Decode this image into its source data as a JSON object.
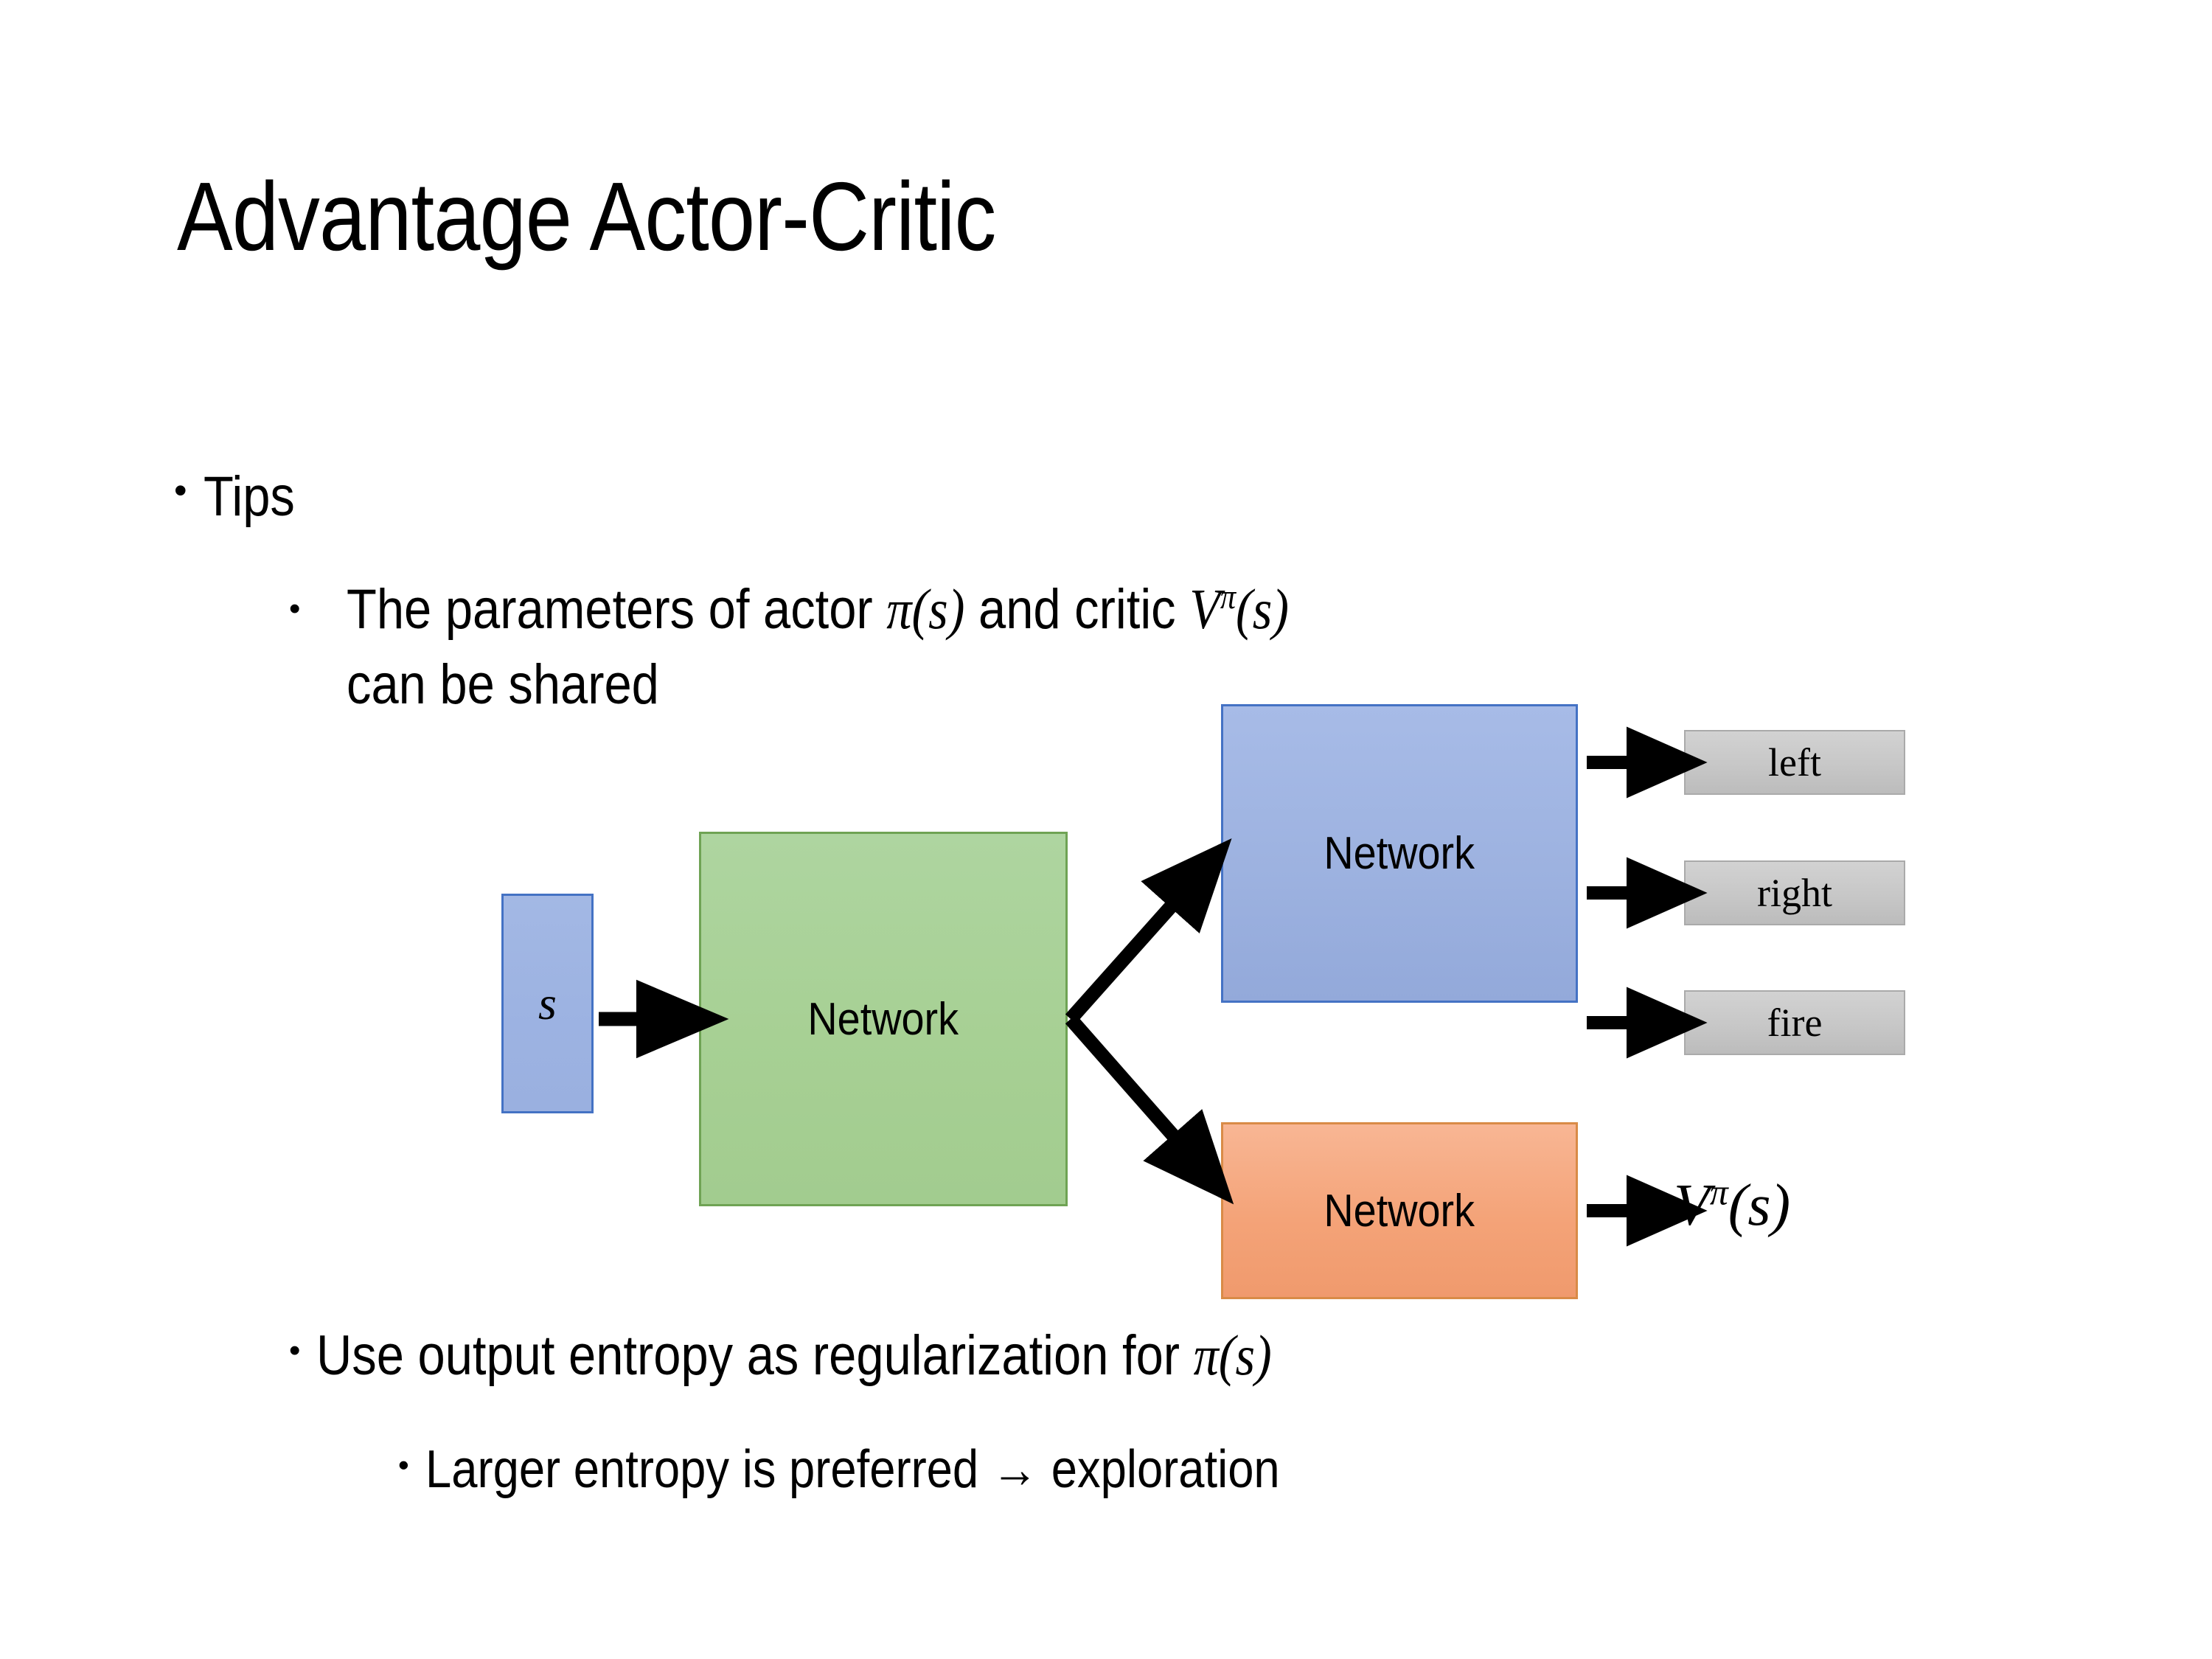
{
  "slide": {
    "title": "Advantage Actor-Critic",
    "background": "#FFFFFF"
  },
  "bullets": {
    "level1": {
      "marker": "•",
      "text": "Tips"
    },
    "params": {
      "marker": "•",
      "line1_pre": "The parameters of actor ",
      "math_pi": "π(s)",
      "line1_mid": "  and critic ",
      "math_v_base": "V",
      "math_v_sup": "π",
      "math_v_arg": "(s)",
      "line2": "can be shared"
    },
    "entropy": {
      "marker": "•",
      "text_pre": "Use output entropy as regularization for ",
      "math_pi": "π(s)"
    },
    "larger": {
      "marker": "•",
      "text": "Larger entropy is preferred → exploration"
    }
  },
  "diagram": {
    "input_node": {
      "label": "s",
      "fill": "#9DB3E2",
      "stroke": "#4472C4"
    },
    "shared_node": {
      "label": "Network",
      "fill": "#A7D094",
      "stroke": "#6FA354"
    },
    "actor_node": {
      "label": "Network",
      "fill": "#9DB2E0",
      "stroke": "#4472C4"
    },
    "critic_node": {
      "label": "Network",
      "fill": "#F4A378",
      "stroke": "#D98B47"
    },
    "action_outputs": [
      {
        "label": "left",
        "fill": "#C7C7C7"
      },
      {
        "label": "right",
        "fill": "#C7C7C7"
      },
      {
        "label": "fire",
        "fill": "#C7C7C7"
      }
    ],
    "value_output": {
      "base": "V",
      "sup": "π",
      "arg": "(s)"
    },
    "arrow_color": "#000000"
  }
}
